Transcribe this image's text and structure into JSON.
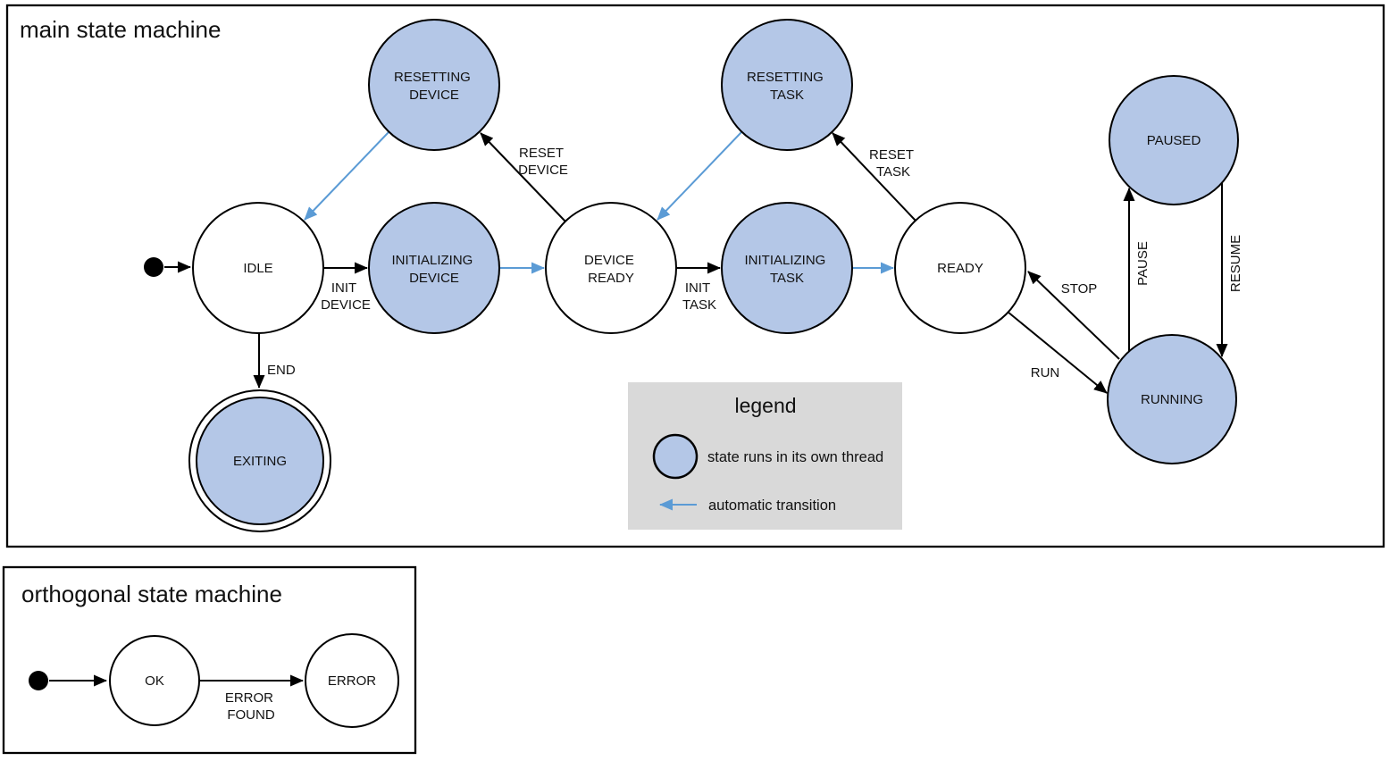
{
  "main_machine": {
    "title": "main state machine",
    "states": {
      "idle": "IDLE",
      "resetting_device": {
        "line1": "RESETTING",
        "line2": "DEVICE"
      },
      "initializing_device": {
        "line1": "INITIALIZING",
        "line2": "DEVICE"
      },
      "device_ready": {
        "line1": "DEVICE",
        "line2": "READY"
      },
      "resetting_task": {
        "line1": "RESETTING",
        "line2": "TASK"
      },
      "initializing_task": {
        "line1": "INITIALIZING",
        "line2": "TASK"
      },
      "ready": "READY",
      "paused": "PAUSED",
      "running": "RUNNING",
      "exiting": "EXITING"
    },
    "transitions": {
      "init_device": {
        "line1": "INIT",
        "line2": "DEVICE"
      },
      "reset_device": {
        "line1": "RESET",
        "line2": "DEVICE"
      },
      "init_task": {
        "line1": "INIT",
        "line2": "TASK"
      },
      "reset_task": {
        "line1": "RESET",
        "line2": "TASK"
      },
      "stop": "STOP",
      "run": "RUN",
      "pause": "PAUSE",
      "resume": "RESUME",
      "end": "END"
    }
  },
  "legend": {
    "title": "legend",
    "thread_state_label": "state runs in its own thread",
    "automatic_transition_label": "automatic transition"
  },
  "orthogonal_machine": {
    "title": "orthogonal state machine",
    "states": {
      "ok": "OK",
      "error": "ERROR"
    },
    "transitions": {
      "error_found": {
        "line1": "ERROR",
        "line2": "FOUND"
      }
    }
  },
  "colors": {
    "thread_state_fill": "#b4c7e7",
    "automatic_transition": "#5b9bd5",
    "legend_background": "#d9d9d9",
    "outline": "#000000"
  }
}
